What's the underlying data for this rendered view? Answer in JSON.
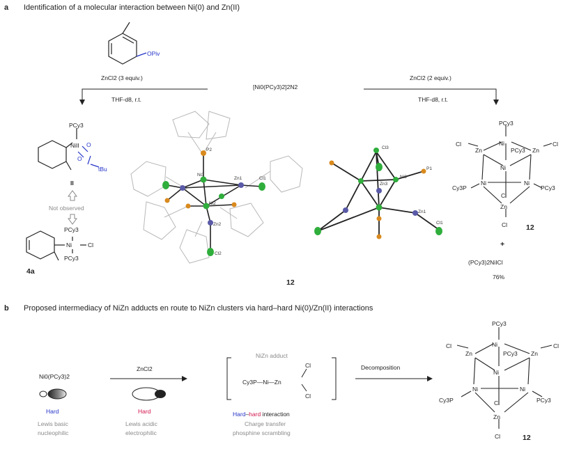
{
  "panel_a": {
    "letter": "a",
    "title": "Identification of a molecular interaction between Ni(0) and Zn(II)",
    "substrate_label": "OPiv",
    "left_reagent": "ZnCl2 (3 equiv.)",
    "left_conditions": "THF-d8, r.t.",
    "center_reagent": "[Ni0(PCy3)2]2N2",
    "right_reagent": "ZnCl2 (2 equiv.)",
    "right_conditions": "THF-d8, r.t.",
    "int_pcy3": "PCy3",
    "int_ni": "NiII",
    "int_tbu": "tBu",
    "int_label": "II",
    "not_observed": "Not observed",
    "complex_4a_pcy3_top": "PCy3",
    "complex_4a_ni": "Ni",
    "complex_4a_cl": "Cl",
    "complex_4a_pcy3_bottom": "PCy3",
    "complex_4a_label": "4a",
    "crystal_label": "12",
    "cluster_pcy3_top": "PCy3",
    "cluster_label": "12",
    "plus": "+",
    "byproduct": "(PCy3)2NiICl",
    "yield": "76%",
    "atoms_left": [
      "P2",
      "Ni3",
      "Zn1",
      "Cl1",
      "Ni2",
      "Zn2",
      "Cl2"
    ],
    "atoms_right": [
      "Cl3",
      "Zn3",
      "Ni3",
      "P1",
      "Zn1",
      "Cl1"
    ]
  },
  "panel_b": {
    "letter": "b",
    "title": "Proposed intermediacy of NiZn adducts en route to NiZn clusters via hard–hard Ni(0)/Zn(II) interactions",
    "ni_reagent": "Ni0(PCy3)2",
    "hard1": "Hard",
    "lewis_basic": "Lewis basic",
    "nucleophilic": "nucleophilic",
    "zncl2": "ZnCl2",
    "hard2": "Hard",
    "lewis_acidic": "Lewis acidic",
    "electrophilic": "electrophilic",
    "adduct_title": "NiZn adduct",
    "adduct_formula": "Cy3P—Ni—Zn",
    "adduct_cl": "Cl",
    "hard_hard_1": "Hard",
    "hard_hard_2": "hard",
    "interaction": "interaction",
    "charge_transfer": "Charge transfer",
    "scrambling": "phosphine scrambling",
    "decomposition": "Decomposition",
    "cluster_label": "12"
  },
  "cluster_atoms": {
    "pcy3": "PCy3",
    "cl": "Cl",
    "zn": "Zn",
    "ni": "Ni",
    "cy3p": "Cy3P"
  },
  "colors": {
    "blue": "#2434c8",
    "red": "#d2154d",
    "gray": "#8a8a8a",
    "ni_green": "#2fae3c",
    "zn_blue": "#5a5aa8",
    "p_orange": "#d98a1e"
  }
}
